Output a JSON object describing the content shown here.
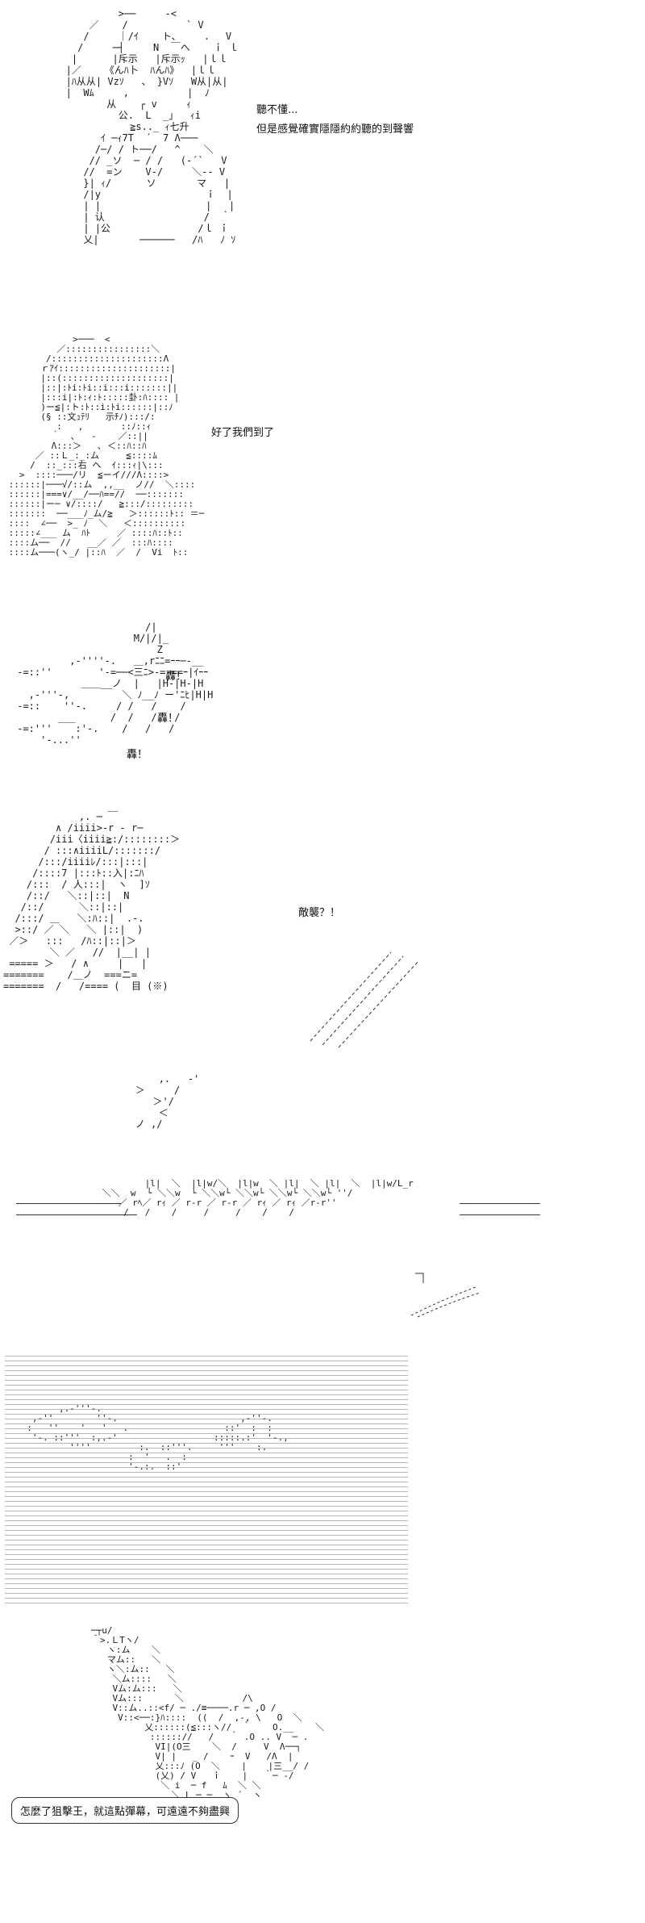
{
  "panels": [
    {
      "id": "p1",
      "dialog": [
        "聽不懂...",
        "但是感覺確實隱隱約約聽的到聲響"
      ]
    },
    {
      "id": "p2",
      "dialog": [
        "好了我們到了"
      ]
    },
    {
      "id": "p3",
      "sfx": [
        "轟！",
        "轟！",
        "轟！"
      ]
    },
    {
      "id": "p4",
      "dialog": [
        "敵襲？！"
      ]
    },
    {
      "id": "p8",
      "dialog": [
        "怎麼了狙擊王，就這點彈幕，可遠遠不夠盡興"
      ]
    }
  ],
  "art": {
    "p1": "            >──     -<\n       ／    /          ` V\n      /     ｜/ｲ    ト、    ．  V\n     /     ─┤     N  ￣へ    ｉ ｌ\n    |      |斥示   |斥示ｯ   |ｌｌ\n   |／    《んﾊ卜  ﾊんﾊ》  |ｌｌ\n   |ﾊ从从| Vzｿ   、 }Vｿ   W从|从|\n   |  Wﾑ     ,          |  ﾉ\n          从    ┌ v     ｨ\n            公.  L  _」  ｨi\n              ≧s.._ ｨ七升\n         ｲ ─ｨ7T  ´  7 Λ───\n        /─/ / ト──/   ^    ＼\n       // _ソ  ─ / /   (-´`   V\n      //  =ン    V-/     ＼-- V\n      }| ｨ/      ソ       マ   |\n      /|y                  ｉ  |\n      | |                  |   |\n      | 认                 /  ｀\n      | |公               /ｌ ｉ\n      乂|       ──────   /ﾊ   ﾉ ｿ",
    "p2": "             >───  <\n          ／::::::::::::::::＼\n        /:::::::::::::::::::::Λ\n       ｒｱｲ:::::::::::::::::::::|\n       |::(::::::::::::::::::::|\n       |::|:ﾄi:ﾄi::i:::i:::::::||\n       |:::i|:ﾄ:ｨ:ﾄ:::::卦:ﾊ:::: |\n       )ー≦|:ト:ﾄ::i:ﾄi::::::|::ﾉ\n       (§ ::文ｭﾃﾘ   示ﾁﾉ):::/:\n          :   ,       ::ﾉ::ｨ\n         ｀  ､   ‐    ／::||\n         Λ:::＞   ､ ＜::ﾊ::ﾊ\n      ／ ::Ｌ_:_:ム     ≦::::ﾑ\n     /  ::_:::右 ヘ  ｲ:::ｨ|\\:::\n   >  ::::───/リ  ≦ーイ///Λ::::>\n ::::::|───√/::ム  ,,__  ノ//  ＼::::\n ::::::|===∨/__/──ﾊ==//  ──:::::::\n ::::::|ー─ ∨/::::/   ≧:::/:::::::::\n :::::::  ──___ﾉ_ム/≧   ＞::::::ﾄ:: ＝─\n ::::  ∠──  >_ ﾉ  ＼   ＜::::::::::\n :::::∠___ ム  ﾊﾄ     ／ ::::ﾊ::ﾄ::\n ::::ム──  //   __／ ／  :::ﾊ::::\n ::::ム───(ヽ_/ |::ﾊ  ／  /  Vi  ﾄ::",
    "p3": "                       /|\n                     M/|/|_\n                         Z\n          ,-''''-.   ＿,rﾆﾆ=ｰｰ─-__\n -=::''        '-=──<三ﾆ>-=-==ｰ|ｲｰｰ\n            ＿＿__ノ  |   |H-|H-|H\n   ,-'''-,         ＼ ﾉ__ﾉ ー'ﾆﾋ|H|H\n -=::    ''-.     / /   /    /\n        ___      /  /   /   /\n -=:'''    :'-.    /   /   /\n     '-...''",
    "p4": "             ,. ─ ￣\n         ∧ /iiii>‐r ‐ r─\n        /iii〈iiii≧:/::::::::＞\n       / :::∧iiiiL/:::::::/\n      /:::/iiiiﾚ/:::|:::|\n     /::::7 |:::ﾄ::入|:ﾆﾊ\n    /:::  / 人:::|  ヽ  ]ｿ\n    /::/   ＼::|::|  N\n   /::/      ＼::|::|\n  /:::/ ＿   ＼:ﾊ::|  .-.\n  >::/ ／ ＼   ＼ |::|  )\n ／＞   :::   /ﾊ::|::|＞\n        ＼ ／   //  |__| |\n ===== ＞   / ∧     |   |\n=======    ∕＿ノ  ===ニ=  \n=======  /   /==== (  目 (※)",
    "p5": "            ,.   ‐'\n        ＞     /\n           ＞'/\n            ＜\n        ノ ,/",
    "p6": "         |l|  ＼  |l|w/＼  |l|w  ＼ |l|  ＼ |l|  ＼  |l|w/L_r\n ＼＼  w  └ ＼＼w  └ ＼＼w└ ＼＼w└ ＼＼w└ ＼＼w└ ''/\n    ／ rﾍ／ rｨ ／ r-r ／ r-r ／ rｨ ／ rｨ ／r-r''\n     /   /    /     /     /    /    /",
    "p7": "        ,.-'''-.\n   ,-''        ''-.                       ,-''-.\n  :   ''    '   '   .                  ::'  :  :\n   '-. ::'''  :,.-'                  :::::.:'  '-.,\n          ''''         :.  ::'''.     '''    :.\n                     :  '   .  :\n                     '-.:.  ::'",
    "p8": "        ─┬u/ ￣\n        ＾>.ＬTヽ/\n           ヽ:ム    ＼\n           マム::   ＼\n           ヽ＼:ム::   ＼\n            ＼ム::::   ＼\n            Vム:ム:::   ＼\n            Vム:::      ＼           /\\\n            V::ム..::<f/ ─ ./≡────.r ─ ,O /\n             V::<──:}ﾊ::::  ((  /  ,-, \\   O  ＼\n                  乂::::::(≦:::ヽ//  ｀    O.__    ＼\n                   :::::://   /   ｀ .O .. V  ─ .\n                    VI|(O三    ＼  /     V  Λ──┐\n                    V| |   _ /    ｰ  V   /Λ  |\n                    乂:::ﾉ (O  ＼    |    |三__/ /\n                    (乂) / V   ｉ    |   ｀─ -/\n                     ＼ i  ─ f   ﾑ  ＼ ＼\n                       ＼ L ─ ─  ヽ ´  ヽ"
  }
}
